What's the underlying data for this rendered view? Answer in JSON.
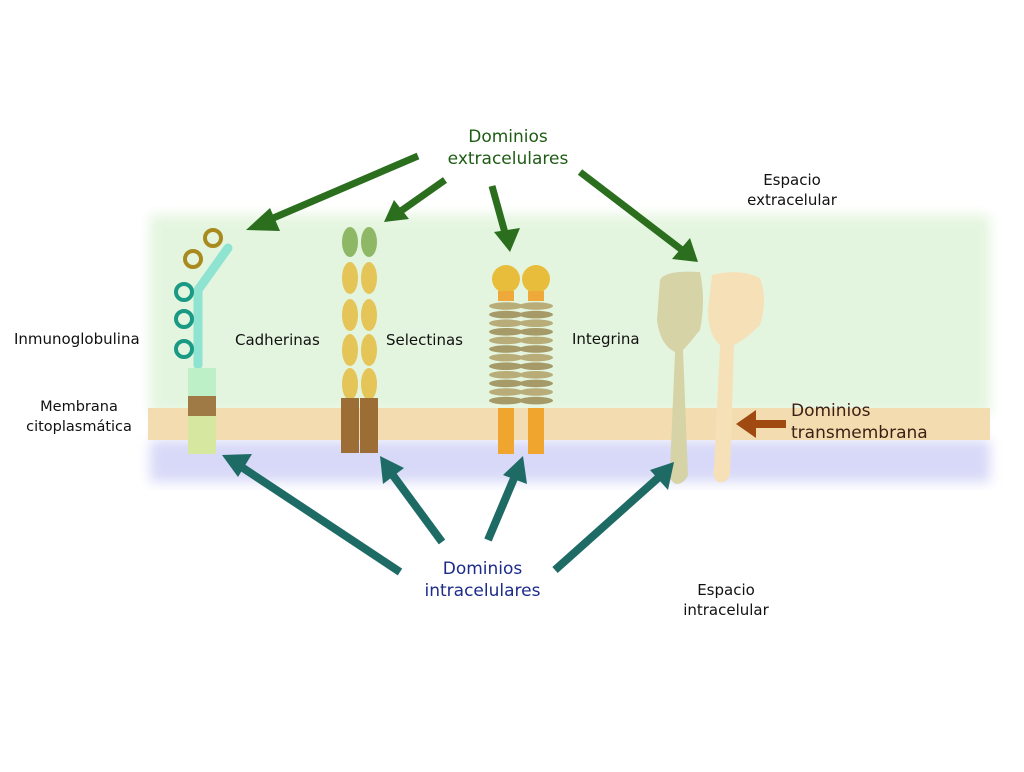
{
  "labels": {
    "extracellular_domains": [
      "Dominios",
      "extracelulares"
    ],
    "extracellular_space": [
      "Espacio",
      "extracelular"
    ],
    "immunoglobulin": "Inmunoglobulina",
    "cadherins": "Cadherinas",
    "selectins": "Selectinas",
    "integrin": "Integrina",
    "membrane": [
      "Membrana",
      "citoplasmática"
    ],
    "transmembrane_domains": [
      "Dominios",
      "transmembrana"
    ],
    "intracellular_domains": [
      "Dominios",
      "intracelulares"
    ],
    "intracellular_space": [
      "Espacio",
      "intracelular"
    ]
  },
  "colors": {
    "extracellular_region": "#e4f5df",
    "membrane": "#f3ddb0",
    "intracellular_region": "#d8d9f8",
    "extracellular_arrow": "#2a6e1e",
    "intracellular_arrow": "#1e6b66",
    "transmembrane_arrow": "#a04a12",
    "extracellular_label": "#1e5c14",
    "intracellular_label": "#1c2b8a"
  }
}
